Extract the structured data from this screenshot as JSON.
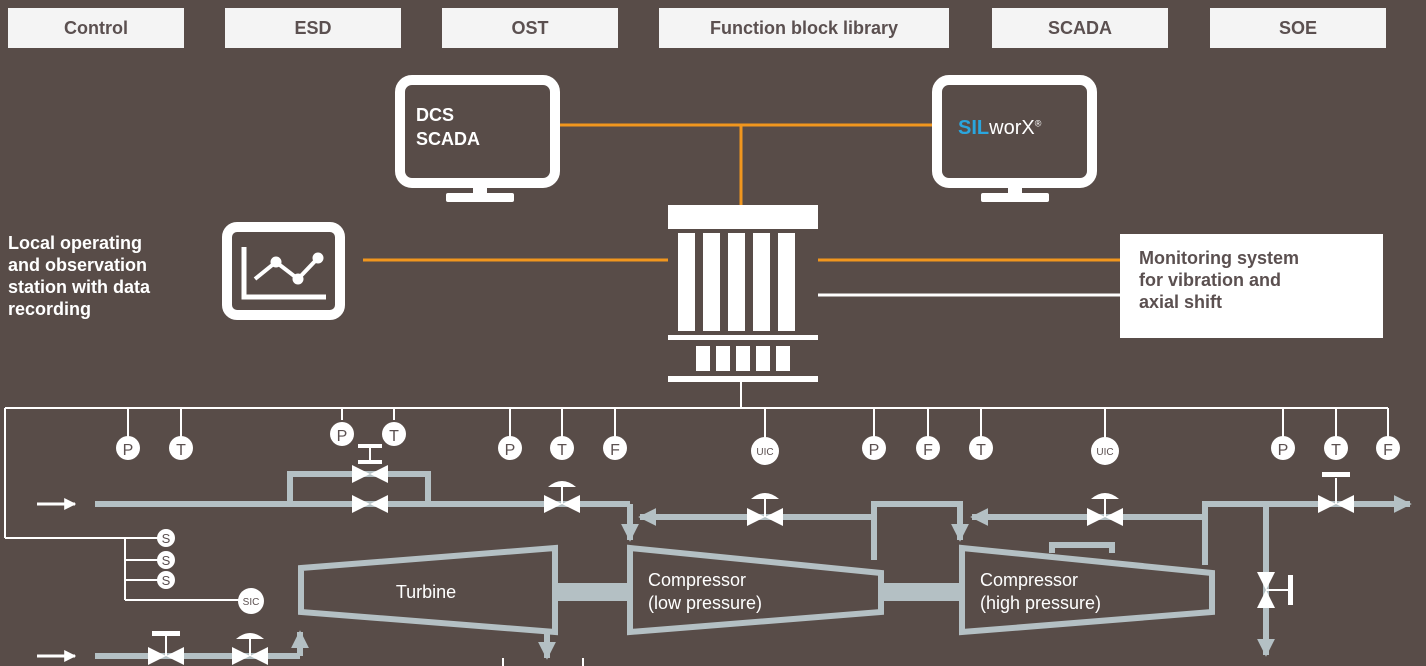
{
  "tabs": [
    "Control",
    "ESD",
    "OST",
    "Function block library",
    "SCADA",
    "SOE"
  ],
  "dcs_monitor": {
    "line1": "DCS",
    "line2": "SCADA"
  },
  "silworx": {
    "prefix": "SIL",
    "rest": "worX",
    "reg": "®"
  },
  "local_station": {
    "text": "Local operating\nand observation\nstation with data\nrecording"
  },
  "monitoring": {
    "text": "Monitoring system\nfor vibration and\naxial shift"
  },
  "instruments": [
    "P",
    "T",
    "P",
    "T",
    "P",
    "T",
    "F",
    "UIC",
    "P",
    "F",
    "T",
    "UIC",
    "P",
    "T",
    "F"
  ],
  "speed_sensors": [
    "S",
    "S",
    "S"
  ],
  "sic": "SIC",
  "machines": {
    "turbine": "Turbine",
    "compressor_lp": {
      "line1": "Compressor",
      "line2": "(low pressure)"
    },
    "compressor_hp": {
      "line1": "Compressor",
      "line2": "(high pressure)"
    }
  },
  "colors": {
    "background": "#584c48",
    "orange": "#f0961e",
    "pipe": "#b4c0c4",
    "silblue": "#2aa6df",
    "white": "#ffffff"
  }
}
